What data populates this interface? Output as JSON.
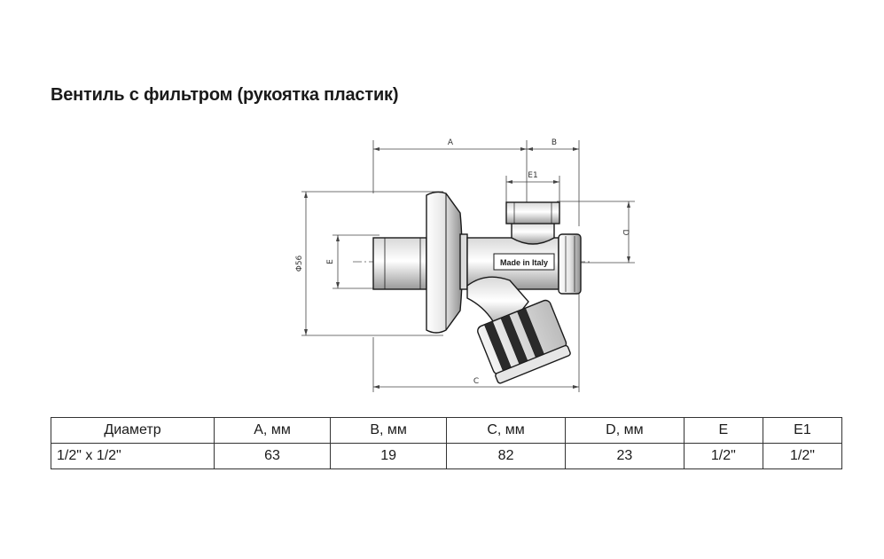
{
  "title": "Вентиль с фильтром (рукоятка пластик)",
  "drawing": {
    "labels": {
      "A": "A",
      "B": "B",
      "C": "C",
      "D": "D",
      "E": "E",
      "E1": "E1",
      "diameter": "Φ56"
    },
    "marking": "Made in Italy"
  },
  "table": {
    "headers": [
      "Диаметр",
      "A, мм",
      "B, мм",
      "C, мм",
      "D, мм",
      "E",
      "E1"
    ],
    "rows": [
      [
        "1/2\" x 1/2\"",
        "63",
        "19",
        "82",
        "23",
        "1/2\"",
        "1/2\""
      ]
    ]
  }
}
